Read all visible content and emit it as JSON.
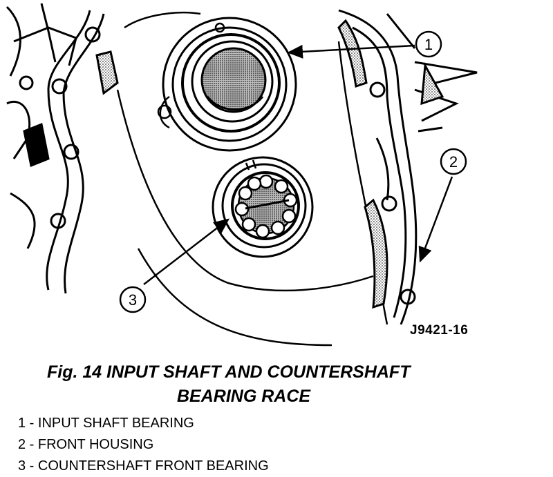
{
  "figure_id": "J9421-16",
  "caption": {
    "line1": "Fig. 14 INPUT SHAFT AND COUNTERSHAFT",
    "line2": "BEARING RACE"
  },
  "callouts": [
    {
      "number": "1"
    },
    {
      "number": "2"
    },
    {
      "number": "3"
    }
  ],
  "legend": [
    {
      "text": "1 - INPUT SHAFT BEARING"
    },
    {
      "text": "2 - FRONT HOUSING"
    },
    {
      "text": "3 - COUNTERSHAFT FRONT BEARING"
    }
  ]
}
